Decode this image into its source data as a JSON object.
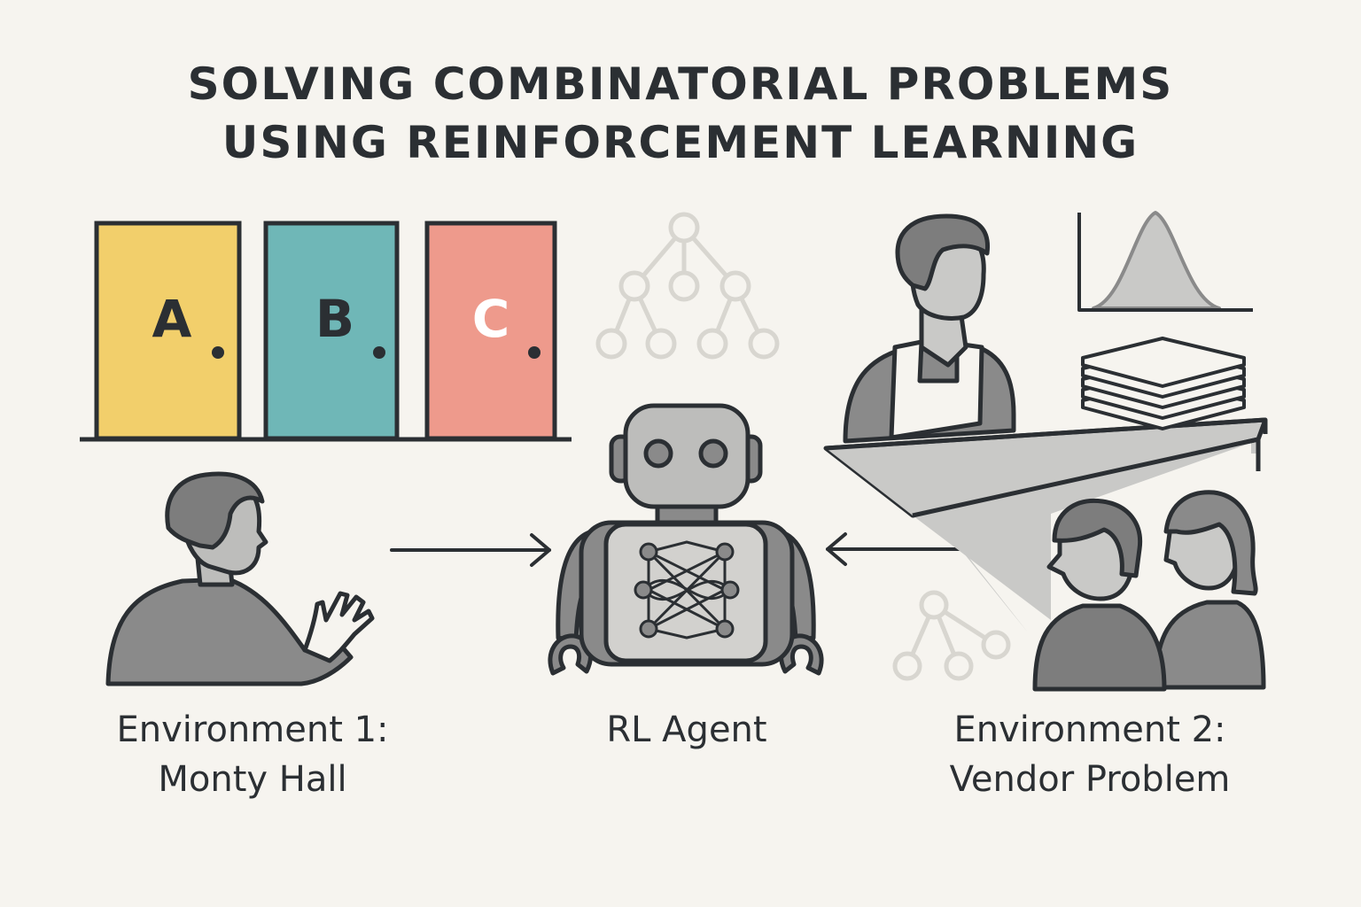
{
  "title": {
    "line1": "SOLVING COMBINATORIAL PROBLEMS",
    "line2": "USING REINFORCEMENT LEARNING"
  },
  "doors": [
    {
      "letter": "A",
      "color": "#f2cf6b"
    },
    {
      "letter": "B",
      "color": "#6fb7b7"
    },
    {
      "letter": "C",
      "color": "#ee9a8c"
    }
  ],
  "labels": {
    "env1_line1": "Environment 1:",
    "env1_line2": "Monty Hall",
    "agent": "RL Agent",
    "env2_line1": "Environment 2:",
    "env2_line2": "Vendor Problem"
  },
  "colors": {
    "background": "#f6f4ef",
    "stroke": "#2b2f33",
    "figure_gray": "#8c8c8c",
    "light_gray": "#c9c9c7",
    "faint_node": "#d8d6d0"
  }
}
